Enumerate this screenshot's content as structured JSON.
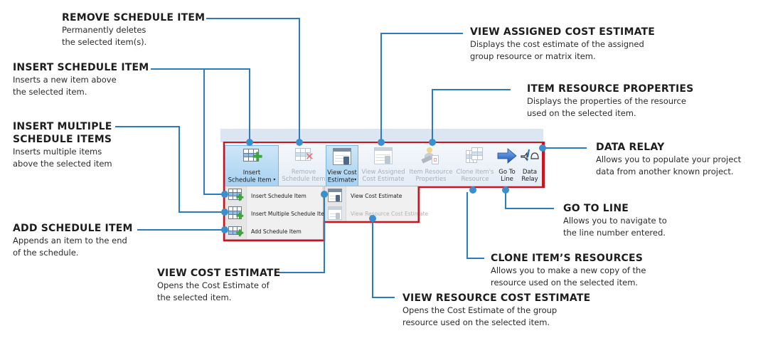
{
  "colors": {
    "callout_line": "#2b7bbf",
    "callout_dot": "#3b8fcf",
    "highlight_border": "#d0121b",
    "ribbon_bg": "#e4ecf6",
    "active_button": "#a7d2f2"
  },
  "ribbon": {
    "buttons": [
      {
        "id": "insert-schedule-item",
        "label_line1": "Insert",
        "label_line2": "Schedule Item",
        "has_dropdown": true,
        "state": "active",
        "icon": "grid-plus-icon"
      },
      {
        "id": "remove-schedule-item",
        "label_line1": "Remove",
        "label_line2": "Schedule Item",
        "has_dropdown": false,
        "state": "disabled",
        "icon": "grid-remove-icon"
      },
      {
        "id": "view-cost-estimate",
        "label_line1": "View Cost",
        "label_line2": "Estimate",
        "has_dropdown": true,
        "state": "active",
        "icon": "cost-estimate-icon"
      },
      {
        "id": "view-assigned-cost-estimate",
        "label_line1": "View Assigned",
        "label_line2": "Cost Estimate",
        "has_dropdown": false,
        "state": "disabled",
        "icon": "cost-estimate-icon"
      },
      {
        "id": "item-resource-properties",
        "label_line1": "Item Resource",
        "label_line2": "Properties",
        "has_dropdown": false,
        "state": "disabled",
        "icon": "resource-properties-icon"
      },
      {
        "id": "clone-items-resource",
        "label_line1": "Clone Item's",
        "label_line2": "Resource",
        "has_dropdown": false,
        "state": "disabled",
        "icon": "clone-grid-icon"
      },
      {
        "id": "go-to-line",
        "label_line1": "Go To",
        "label_line2": "Line",
        "has_dropdown": false,
        "state": "enabled",
        "icon": "arrow-right-icon"
      },
      {
        "id": "data-relay",
        "label_line1": "Data",
        "label_line2": "Relay",
        "has_dropdown": false,
        "state": "enabled",
        "icon": "data-relay-icon"
      }
    ],
    "dropdown_caret": "▾"
  },
  "insert_menu": {
    "items": [
      {
        "label": "Insert Schedule Item",
        "state": "enabled"
      },
      {
        "label": "Insert Multiple Schedule Items",
        "state": "enabled"
      },
      {
        "label": "Add Schedule Item",
        "state": "enabled"
      }
    ]
  },
  "cost_menu": {
    "items": [
      {
        "label": "View Cost Estimate",
        "state": "enabled"
      },
      {
        "label": "View Resource Cost Estimate",
        "state": "disabled"
      }
    ]
  },
  "callouts": {
    "remove_schedule_item": {
      "title": "REMOVE SCHEDULE ITEM",
      "desc": [
        "Permanently deletes",
        "the selected item(s)."
      ]
    },
    "insert_schedule_item": {
      "title": "INSERT SCHEDULE ITEM",
      "desc": [
        "Inserts a new item above",
        "the selected item."
      ]
    },
    "insert_multiple": {
      "title_lines": [
        "INSERT MULTIPLE",
        "SCHEDULE ITEMS"
      ],
      "desc": [
        "Inserts multiple items",
        "above the selected item"
      ]
    },
    "add_schedule_item": {
      "title": "ADD SCHEDULE ITEM",
      "desc": [
        "Appends an item to the end",
        "of the schedule."
      ]
    },
    "view_cost_estimate": {
      "title": "VIEW COST ESTIMATE",
      "desc": [
        "Opens the Cost Estimate of",
        "the selected item."
      ]
    },
    "view_resource_cost_estimate": {
      "title": "VIEW RESOURCE COST ESTIMATE",
      "desc": [
        "Opens the Cost Estimate of the group",
        "resource used on the selected item."
      ]
    },
    "view_assigned_cost_estimate": {
      "title": "VIEW ASSIGNED COST ESTIMATE",
      "desc": [
        "Displays the cost estimate of the assigned",
        "group resource or matrix item."
      ]
    },
    "item_resource_properties": {
      "title": "ITEM RESOURCE PROPERTIES",
      "desc": [
        "Displays the properties of the resource",
        "used on the selected item."
      ]
    },
    "data_relay": {
      "title": "DATA RELAY",
      "desc": [
        "Allows you to populate your project",
        "data from another known project."
      ]
    },
    "go_to_line": {
      "title": "GO TO LINE",
      "desc": [
        "Allows you to navigate to",
        "the line number entered."
      ]
    },
    "clone_items_resources": {
      "title": "CLONE ITEM’S RESOURCES",
      "desc": [
        "Allows you to make a new copy of the",
        "resource used on the selected item."
      ]
    }
  }
}
